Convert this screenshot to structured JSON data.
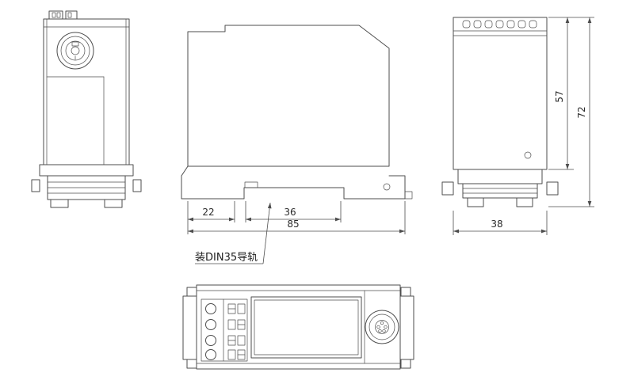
{
  "drawing": {
    "din_label": "装DIN35导轨",
    "dims": {
      "left_offset": "22",
      "rail_width": "36",
      "total_width": "85",
      "body_height": "57",
      "total_height": "72",
      "depth": "38"
    }
  }
}
